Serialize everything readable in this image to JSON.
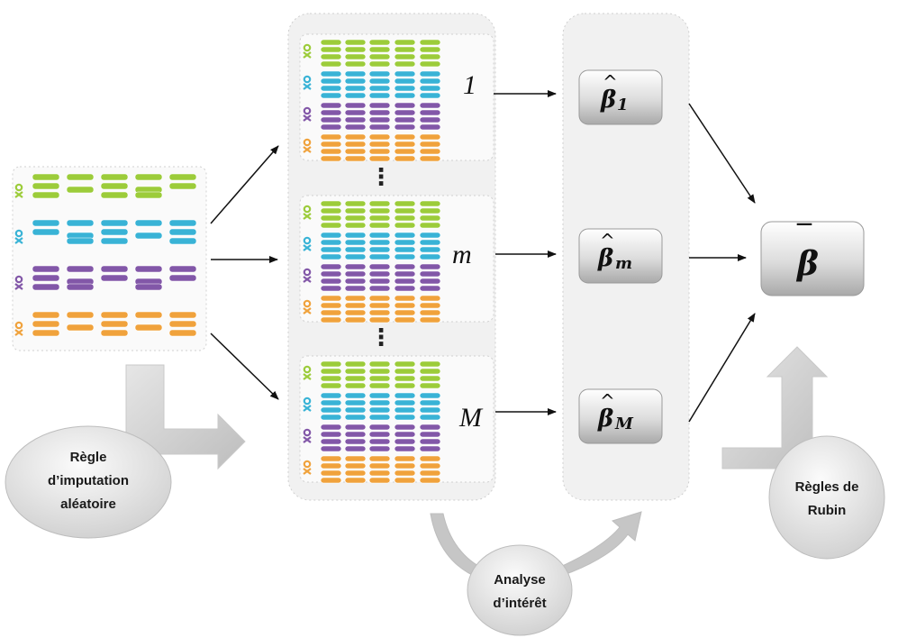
{
  "palette": {
    "green": "#9ccc3a",
    "blue": "#39b3d6",
    "purple": "#8257a8",
    "orange": "#f0a23c",
    "panel": "#f2f2f2",
    "arrow": "#111111"
  },
  "indices": {
    "first": "1",
    "middle": "m",
    "last": "M",
    "ellipsis": "⋮"
  },
  "estimates": {
    "symbol": "β",
    "hat": "^",
    "sub_first": "1",
    "sub_middle": "m",
    "sub_last": "M",
    "pooled_symbol": "β",
    "pooled_bar": "‾"
  },
  "labels": {
    "imputation_rule": [
      "Règle",
      "d’imputation",
      "aléatoire"
    ],
    "analysis": [
      "Analyse",
      "d’intérêt"
    ],
    "rubin_rules": [
      "Règles de",
      "Rubin"
    ]
  },
  "icons": {
    "person": "person-icon",
    "arrow": "arrow-icon",
    "block_arrow": "block-arrow-icon"
  }
}
